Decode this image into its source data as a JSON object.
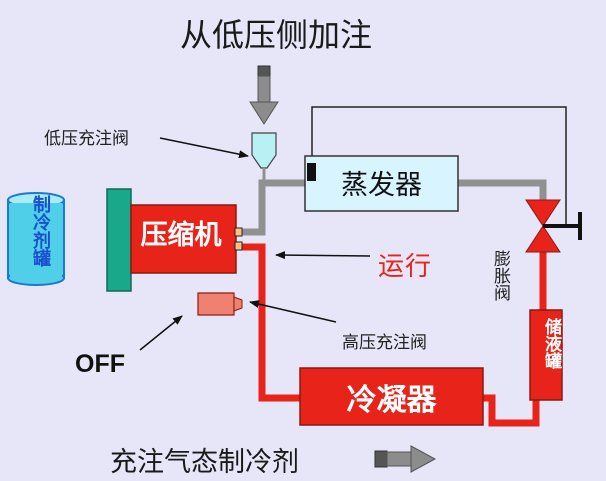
{
  "title": "从低压侧加注",
  "labels": {
    "low_pressure_valve": "低压充注阀",
    "high_pressure_valve": "高压充注阀",
    "running": "运行",
    "off": "OFF",
    "bottom_caption": "充注气态制冷剂"
  },
  "components": {
    "compressor": "压缩机",
    "evaporator": "蒸发器",
    "condenser": "冷凝器",
    "receiver": "储液罐",
    "expansion_valve": "膨胀阀",
    "refrigerant_tank": "制冷剂罐"
  },
  "colors": {
    "background": "#e6e6f8",
    "high_pressure_line": "#e8241a",
    "low_pressure_line": "#909090",
    "compressor": "#e8241a",
    "evaporator": "#d8f4ff",
    "condenser": "#e8241a",
    "valve_body": "#b8f0f4",
    "tank": "#4fd0e8"
  }
}
